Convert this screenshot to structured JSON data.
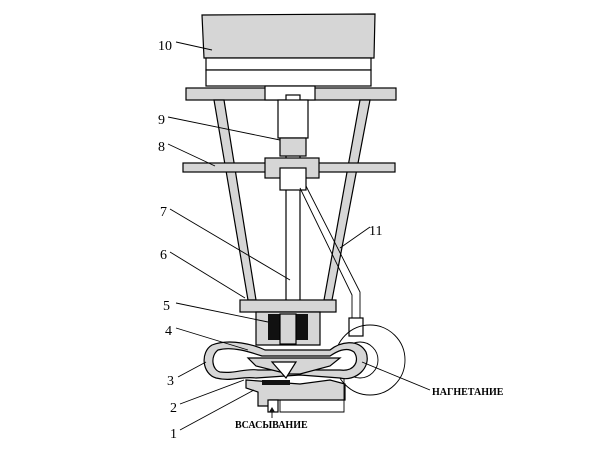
{
  "diagram": {
    "part_labels": [
      "1",
      "2",
      "3",
      "4",
      "5",
      "6",
      "7",
      "8",
      "9",
      "10",
      "11"
    ],
    "discharge_label": "НАГНЕТАНИЕ",
    "suction_label": "ВСАСЫВАНИЕ"
  }
}
